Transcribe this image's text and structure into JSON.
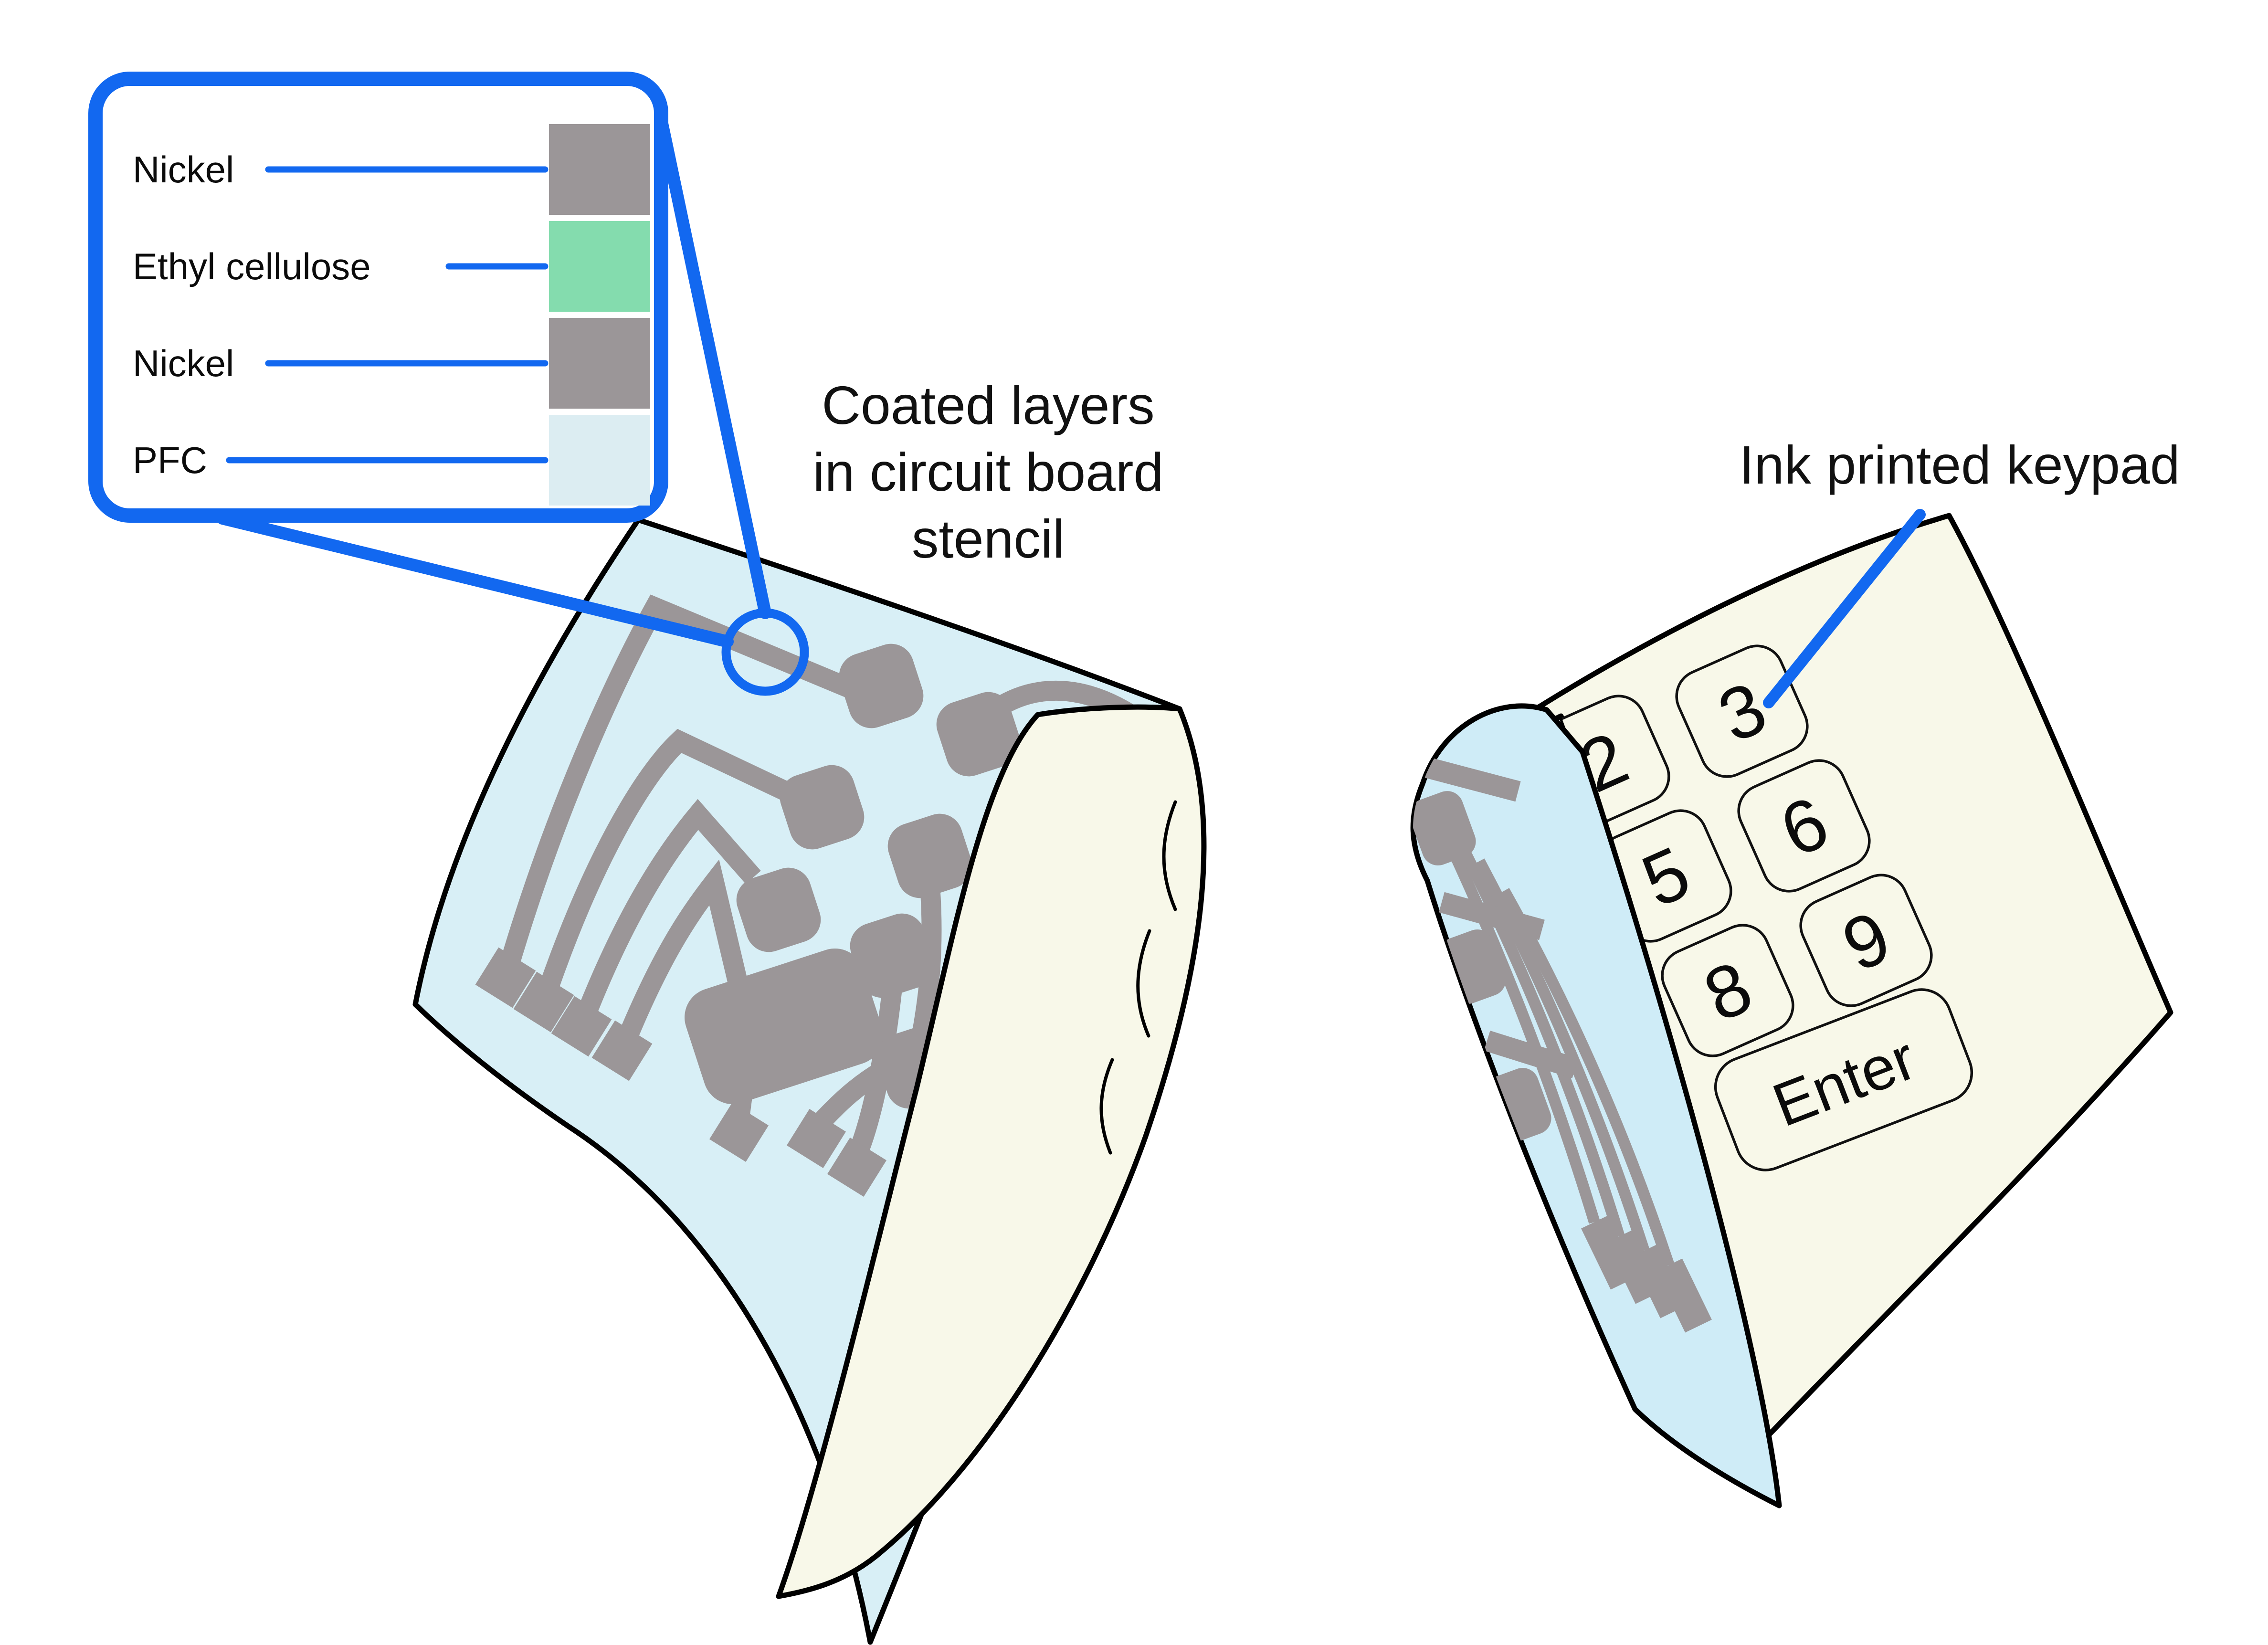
{
  "legend": {
    "rows": [
      {
        "label": "Nickel",
        "color": "#9b9698"
      },
      {
        "label": "Ethyl cellulose",
        "color": "#84dcae"
      },
      {
        "label": "Nickel",
        "color": "#9b9698"
      },
      {
        "label": "PFC",
        "color": "#dcedf2"
      }
    ]
  },
  "annotations": {
    "coated_lines": [
      "Coated layers",
      "in circuit board",
      "stencil"
    ],
    "keypad_title": "Ink printed keypad"
  },
  "keypad": {
    "keys": [
      "2",
      "3",
      "5",
      "6",
      "8",
      "9"
    ],
    "enter": "Enter"
  },
  "colors": {
    "accent_blue": "#1268f0",
    "trace_gray": "#9b9698",
    "sheet_blue": "#d8eff6",
    "sheet_blue_back": "#cfecf7",
    "paper_cream": "#f8f8e9",
    "swatch_green": "#84dcae",
    "swatch_pfc": "#dcedf2",
    "outline": "#000000"
  }
}
